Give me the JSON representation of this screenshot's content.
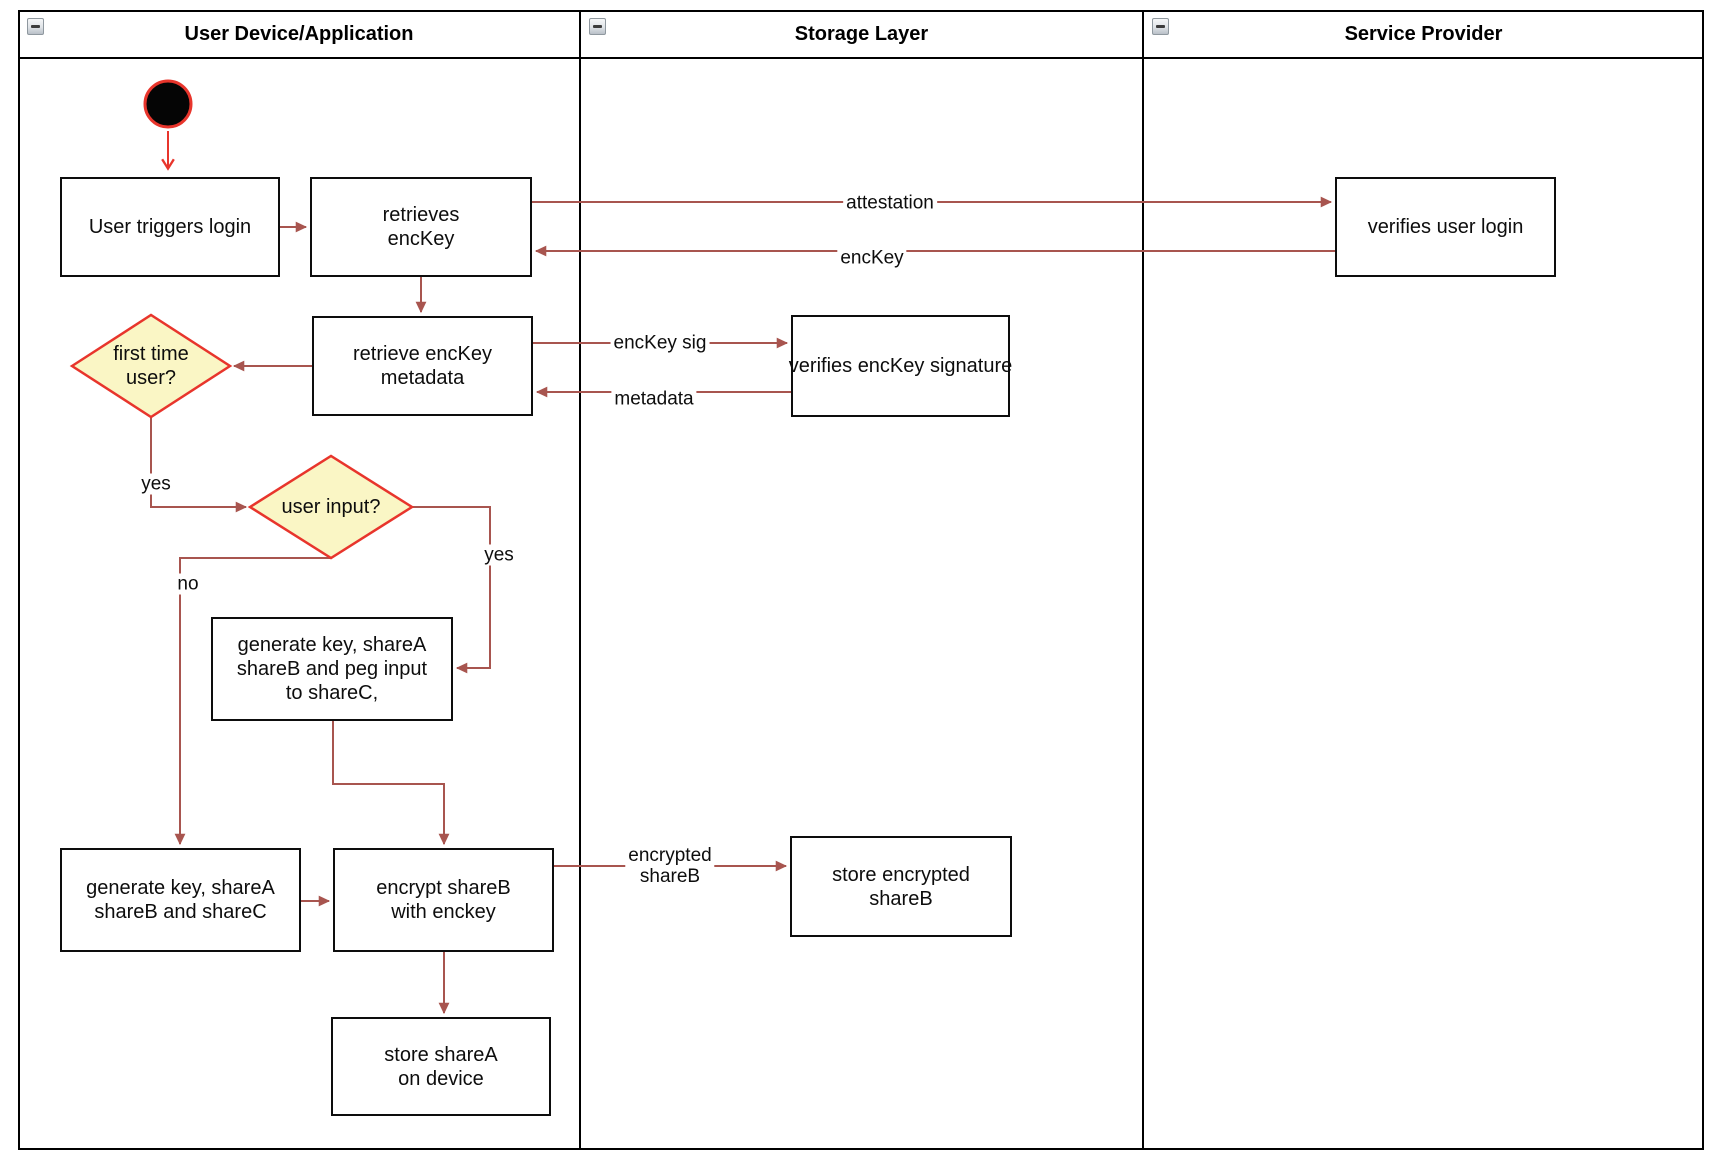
{
  "diagram": {
    "lanes": [
      {
        "title": "User Device/Application"
      },
      {
        "title": "Storage Layer"
      },
      {
        "title": "Service Provider"
      }
    ],
    "nodes": {
      "user_triggers_login": "User triggers login",
      "retrieves_enckey": "retrieves\nencKey",
      "verifies_user_login": "verifies user login",
      "retrieve_enckey_metadata": "retrieve encKey\nmetadata",
      "verifies_enckey_signature": "verifies encKey signature",
      "first_time_user": "first time\nuser?",
      "user_input": "user input?",
      "generate_key_peg_input": "generate key, shareA\nshareB and peg input\nto shareC,",
      "generate_key_sharec": "generate key, shareA\nshareB and shareC",
      "encrypt_shareb": "encrypt shareB\nwith enckey",
      "store_encrypted_shareb": "store encrypted\nshareB",
      "store_sharea_on_device": "store shareA\non device"
    },
    "edge_labels": {
      "attestation": "attestation",
      "enckey": "encKey",
      "enckey_sig": "encKey sig",
      "metadata": "metadata",
      "encrypted_shareb": "encrypted\nshareB",
      "first_time_yes": "yes",
      "user_input_yes": "yes",
      "user_input_no": "no"
    },
    "icons": {
      "collapse": "minus"
    },
    "colors": {
      "edge_arrow": "#A8554F",
      "start_arrow": "#E8352C",
      "decision_border": "#E8352C",
      "decision_fill": "#FAF6C5",
      "node_border": "#000000",
      "start_node_fill": "#000000",
      "lane_border": "#000000"
    }
  }
}
